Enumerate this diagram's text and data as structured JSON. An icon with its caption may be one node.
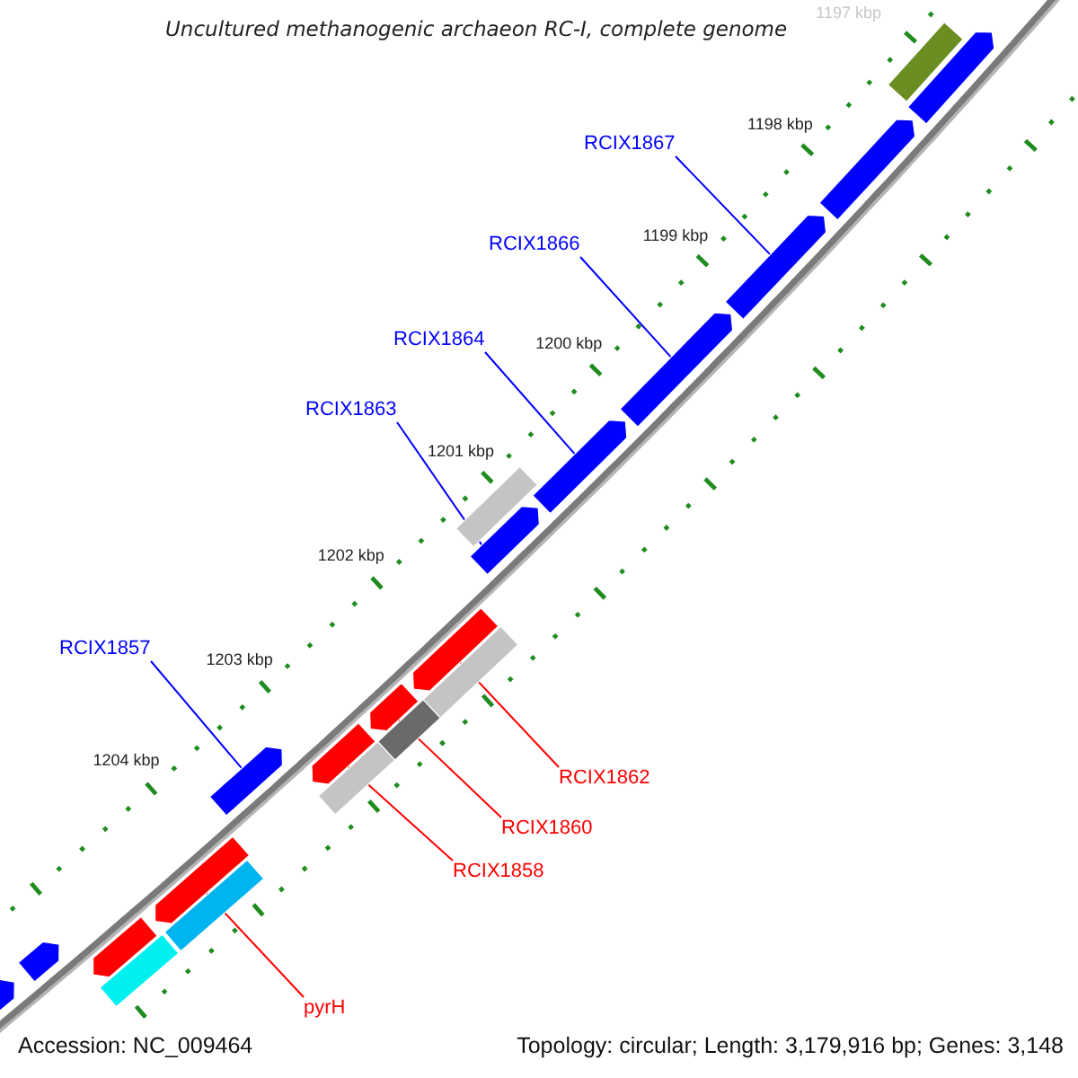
{
  "diagram": {
    "title": "Uncultured methanogenic archaeon RC-I, complete genome",
    "nodes": [
      {
        "text": [
          "RCIX1867"
        ]
      },
      {
        "text": [
          "RCIX1866"
        ]
      },
      {
        "text": [
          "RCIX1864"
        ]
      },
      {
        "text": [
          "RCIX1863"
        ]
      },
      {
        "text": [
          "RCIX1857"
        ]
      },
      {
        "text": [
          "RCIX1862"
        ]
      },
      {
        "text": [
          "RCIX1860"
        ]
      },
      {
        "text": [
          "RCIX1858"
        ]
      },
      {
        "text": [
          "pyrH"
        ]
      },
      {
        "text": [],
        "shape": "box"
      },
      {
        "text": [],
        "shape": "arrow"
      },
      {
        "text": [],
        "shape": "arrow"
      },
      {
        "text": [],
        "shape": "arrow"
      },
      {
        "text": [],
        "shape": "arrow"
      },
      {
        "text": [],
        "shape": "arrow"
      },
      {
        "text": [],
        "shape": "box"
      },
      {
        "text": [],
        "shape": "arrow"
      },
      {
        "text": [],
        "shape": "arrow"
      },
      {
        "text": [],
        "shape": "box"
      },
      {
        "text": [],
        "shape": "arrow"
      },
      {
        "text": [],
        "shape": "box"
      },
      {
        "text": [],
        "shape": "arrow"
      },
      {
        "text": [],
        "shape": "arrow"
      },
      {
        "text": [],
        "shape": "box"
      },
      {
        "text": [],
        "shape": "arrow"
      },
      {
        "text": [],
        "shape": "box"
      },
      {
        "text": [],
        "shape": "arrow"
      },
      {
        "text": [],
        "shape": "box"
      },
      {
        "text": [],
        "shape": "arrow"
      },
      {
        "text": [],
        "shape": "arrow"
      }
    ],
    "edges": [
      {
        "from": 0,
        "to": 12,
        "arrow": "none"
      },
      {
        "from": 1,
        "to": 13,
        "arrow": "none"
      },
      {
        "from": 2,
        "to": 14,
        "arrow": "none"
      },
      {
        "from": 3,
        "to": 16,
        "arrow": "none"
      },
      {
        "from": 4,
        "to": 22,
        "arrow": "none"
      },
      {
        "from": 5,
        "to": 17,
        "arrow": "none",
        "color": "#ff0000"
      },
      {
        "from": 6,
        "to": 19,
        "arrow": "none",
        "color": "#ff0000"
      },
      {
        "from": 7,
        "to": 21,
        "arrow": "none",
        "color": "#ff0000"
      },
      {
        "from": 8,
        "to": 24,
        "arrow": "none",
        "color": "#ff0000"
      }
    ],
    "labels": [
      "1197 kbp",
      "1198 kbp",
      "1199 kbp",
      "1200 kbp",
      "1201 kbp",
      "1202 kbp",
      "1203 kbp",
      "1204 kbp",
      "Accession: NC_009464",
      "Topology: circular; Length: 3,179,916 bp; Genes: 3,148"
    ]
  }
}
